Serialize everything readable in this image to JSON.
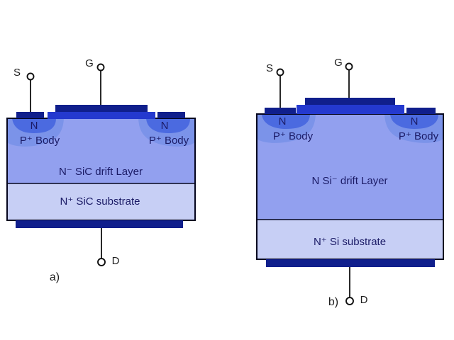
{
  "colors": {
    "background": "#ffffff",
    "contact_navy": "#101f8c",
    "gate_oxide_blue": "#2439cf",
    "drift_blue": "#92a0ef",
    "p_body_blue": "#7b93e9",
    "n_region_blue": "#4b6ae0",
    "substrate_lavender": "#c7cff5"
  },
  "devices": [
    {
      "caption": "a)",
      "terminals": {
        "source": "S",
        "gate": "G",
        "drain": "D"
      },
      "regions": {
        "n_left": "N",
        "n_right": "N",
        "p_body_left": "P⁺ Body",
        "p_body_right": "P⁺ Body",
        "drift": "N⁻ SiC drift Layer",
        "substrate": "N⁺ SiC substrate"
      }
    },
    {
      "caption": "b)",
      "terminals": {
        "source": "S",
        "gate": "G",
        "drain": "D"
      },
      "regions": {
        "n_left": "N",
        "n_right": "N",
        "p_body_left": "P⁺ Body",
        "p_body_right": "P⁺ Body",
        "drift": "N Si⁻ drift Layer",
        "substrate": "N⁺ Si substrate"
      }
    }
  ]
}
